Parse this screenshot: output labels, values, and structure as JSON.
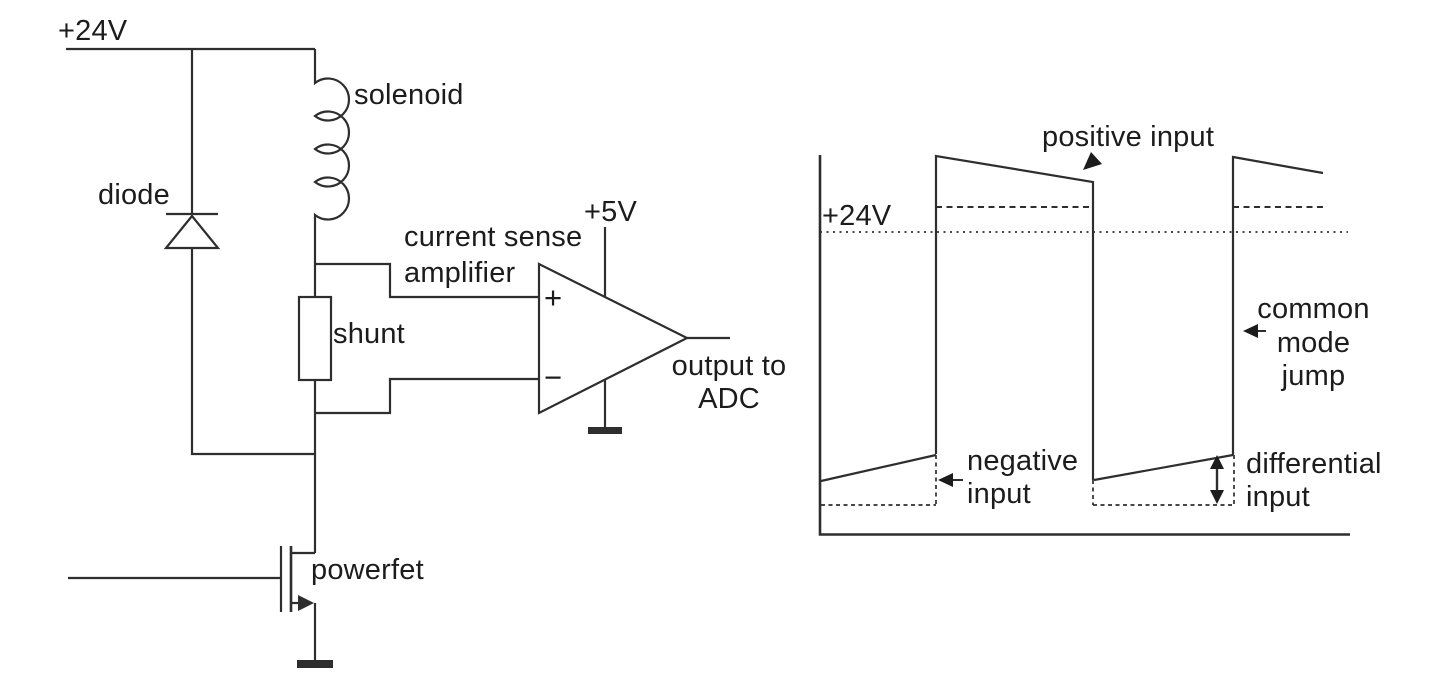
{
  "schematic": {
    "rail_label": "+24V",
    "diode_label": "diode",
    "solenoid_label": "solenoid",
    "shunt_label": "shunt",
    "amplifier_label": "current sense\namplifier",
    "supply_label": "+5V",
    "output_label": "output to\nADC",
    "powerfet_label": "powerfet",
    "opamp_plus": "+",
    "opamp_minus": "−"
  },
  "waveform": {
    "rail_label": "+24V",
    "positive_input_label": "positive input",
    "negative_input_label": "negative\ninput",
    "common_mode_label": "common\nmode\njump",
    "differential_label": "differential\ninput"
  },
  "colors": {
    "line": "#2e2e2e",
    "text": "#1c1c1c",
    "background": "#ffffff"
  }
}
